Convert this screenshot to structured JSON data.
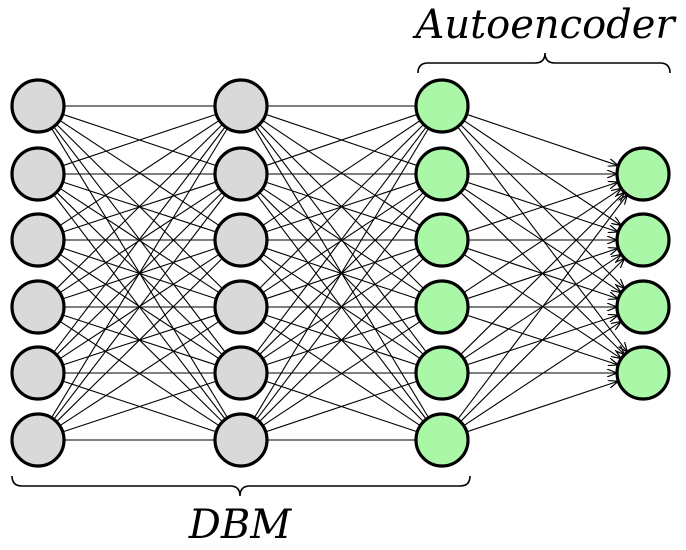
{
  "labels": {
    "autoencoder": "Autoencoder",
    "dbm": "DBM"
  },
  "network": {
    "layers": [
      {
        "name": "dbm-visible",
        "nodes": 6,
        "group": "dbm"
      },
      {
        "name": "dbm-hidden",
        "nodes": 6,
        "group": "dbm"
      },
      {
        "name": "autoencoder-input",
        "nodes": 6,
        "group": "autoencoder"
      },
      {
        "name": "autoencoder-code",
        "nodes": 4,
        "group": "autoencoder"
      }
    ],
    "connections": [
      {
        "from": 0,
        "to": 1,
        "directed": false
      },
      {
        "from": 1,
        "to": 2,
        "directed": false
      },
      {
        "from": 2,
        "to": 3,
        "directed": true
      }
    ]
  },
  "colors": {
    "dbm_node": "#d9d9d9",
    "autoencoder_node": "#aaf7a8",
    "node_stroke": "#000000",
    "edge": "#000000"
  }
}
